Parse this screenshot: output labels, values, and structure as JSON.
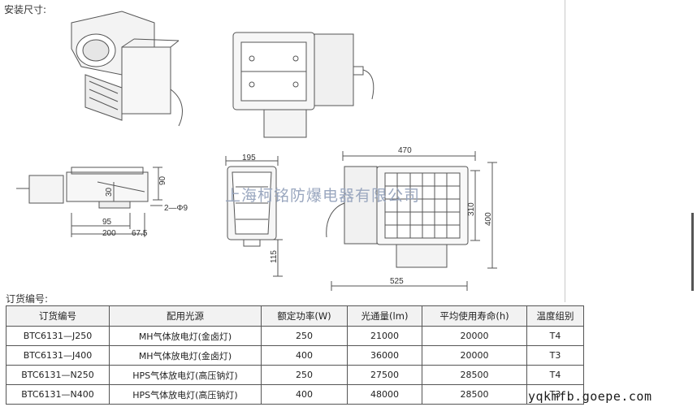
{
  "install_section": {
    "title": "安装尺寸:"
  },
  "order_section": {
    "title": "订货编号:"
  },
  "watermark": "上海柯铭防爆电器有限公司",
  "footer_url": "yqkmfb.goepe.com",
  "dimensions": {
    "side_height": "90",
    "side_mount": "30",
    "side_mid": "95",
    "side_width": "200",
    "side_offset": "67.5",
    "hole": "2—Φ9",
    "front_width": "195",
    "front_bottom": "115",
    "top_width": "470",
    "right_height1": "310",
    "right_height2": "400",
    "bottom_width": "525"
  },
  "table": {
    "headers": [
      "订货编号",
      "配用光源",
      "额定功率(W)",
      "光通量(lm)",
      "平均使用寿命(h)",
      "温度组别"
    ],
    "rows": [
      [
        "BTC6131—J250",
        "MH气体放电灯(金卤灯)",
        "250",
        "21000",
        "20000",
        "T4"
      ],
      [
        "BTC6131—J400",
        "MH气体放电灯(金卤灯)",
        "400",
        "36000",
        "20000",
        "T3"
      ],
      [
        "BTC6131—N250",
        "HPS气体放电灯(高压钠灯)",
        "250",
        "27500",
        "28500",
        "T4"
      ],
      [
        "BTC6131—N400",
        "HPS气体放电灯(高压钠灯)",
        "400",
        "48000",
        "28500",
        "T3"
      ]
    ]
  }
}
